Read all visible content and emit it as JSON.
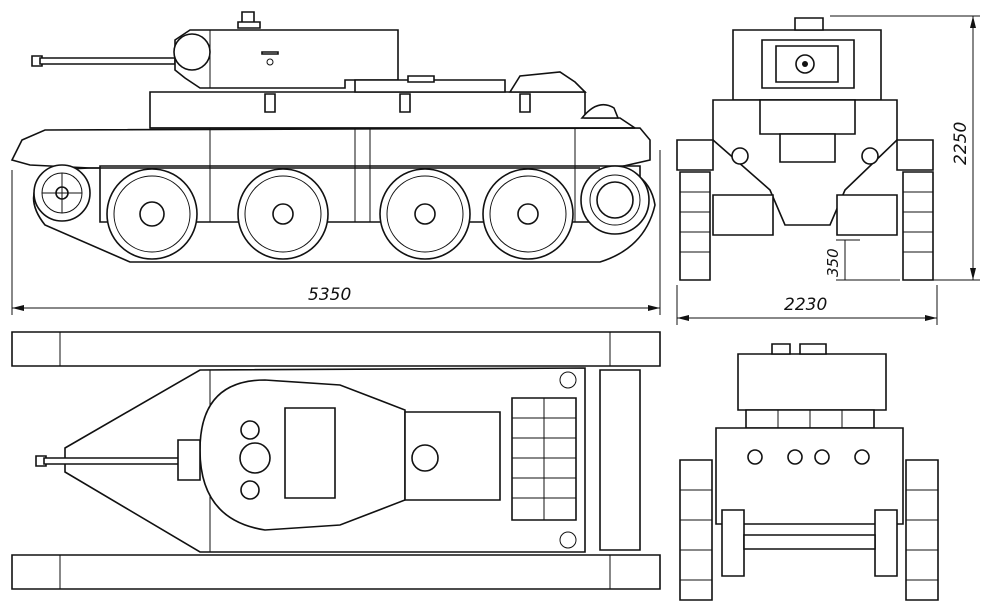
{
  "dimensions": {
    "length": "5350",
    "height": "2250",
    "width": "2230",
    "clearance": "350"
  },
  "views": [
    "side-view",
    "front-view",
    "top-view",
    "rear-view"
  ]
}
